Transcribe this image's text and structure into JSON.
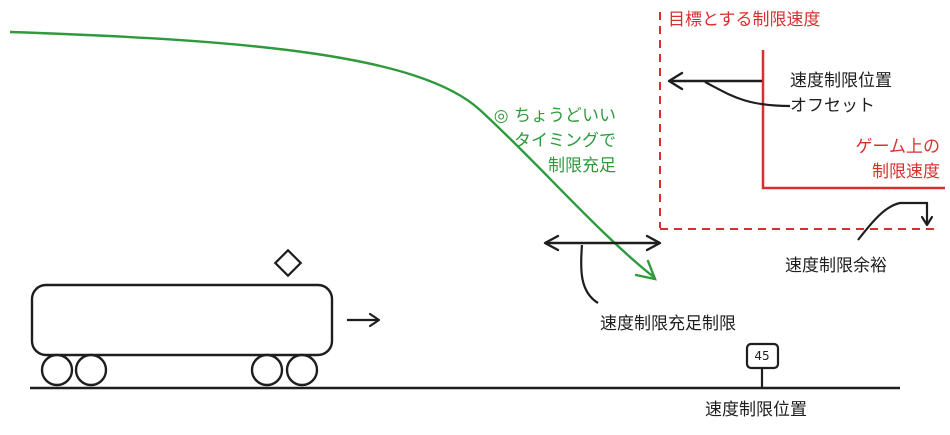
{
  "labels": {
    "target_speed": "目標とする制限速度",
    "offset_line1": "速度制限位置",
    "offset_line2": "オフセット",
    "game_speed_line1": "ゲーム上の",
    "game_speed_line2": "制限速度",
    "good_timing_line1": "◎ ちょうどいい",
    "good_timing_line2": "タイミングで",
    "good_timing_line3": "制限充足",
    "margin": "速度制限余裕",
    "fulfill_limit": "速度制限充足制限",
    "limit_position": "速度制限位置",
    "sign_value": "45"
  },
  "colors": {
    "ink": "#1e1e1e",
    "red": "#d9302f",
    "green": "#2f9a3c"
  }
}
